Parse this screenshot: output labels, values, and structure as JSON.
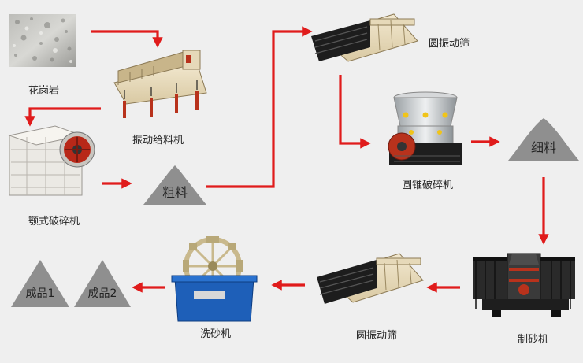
{
  "flow": {
    "granite": "花岗岩",
    "vibrating_feeder": "振动给料机",
    "jaw_crusher": "颚式破碎机",
    "coarse_material": "粗料",
    "vibrating_screen_top": "圆振动筛",
    "cone_crusher": "圆锥破碎机",
    "fine_material": "细料",
    "sand_maker": "制砂机",
    "vibrating_screen_bottom": "圆振动筛",
    "sand_washer": "洗砂机",
    "product_2": "成品2",
    "product_1": "成品1"
  },
  "colors": {
    "arrow": "#e01b1b",
    "pile": "#8f8f8f",
    "background": "#efefef",
    "machine_cream": "#e8dcc0",
    "machine_dark": "#1a1a1a",
    "washer_blue": "#1e5fb8",
    "feeder_red": "#b8321c"
  }
}
